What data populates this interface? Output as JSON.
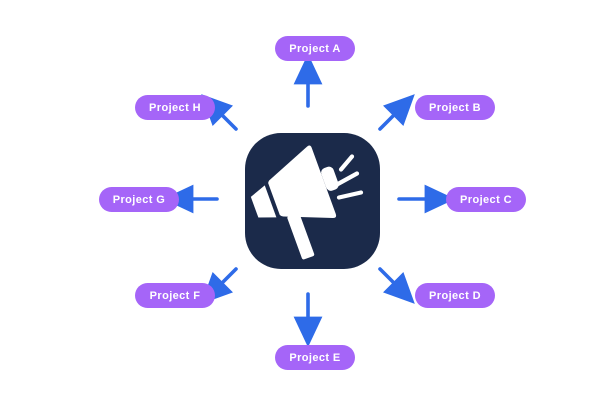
{
  "diagram": {
    "title": "megaphone-broadcast-to-projects",
    "center_icon": "megaphone",
    "nodes": [
      {
        "label": "Project A",
        "position": "top"
      },
      {
        "label": "Project B",
        "position": "top-right"
      },
      {
        "label": "Project C",
        "position": "right"
      },
      {
        "label": "Project D",
        "position": "bottom-right"
      },
      {
        "label": "Project E",
        "position": "bottom"
      },
      {
        "label": "Project F",
        "position": "bottom-left"
      },
      {
        "label": "Project G",
        "position": "left"
      },
      {
        "label": "Project H",
        "position": "top-left"
      }
    ],
    "colors": {
      "page_background": "#ffffff",
      "icon_background": "#1b2a4a",
      "icon_glyph": "#ffffff",
      "arrow": "#2e6be8",
      "pill_background": "#a565f8",
      "pill_text": "#ffffff"
    }
  }
}
